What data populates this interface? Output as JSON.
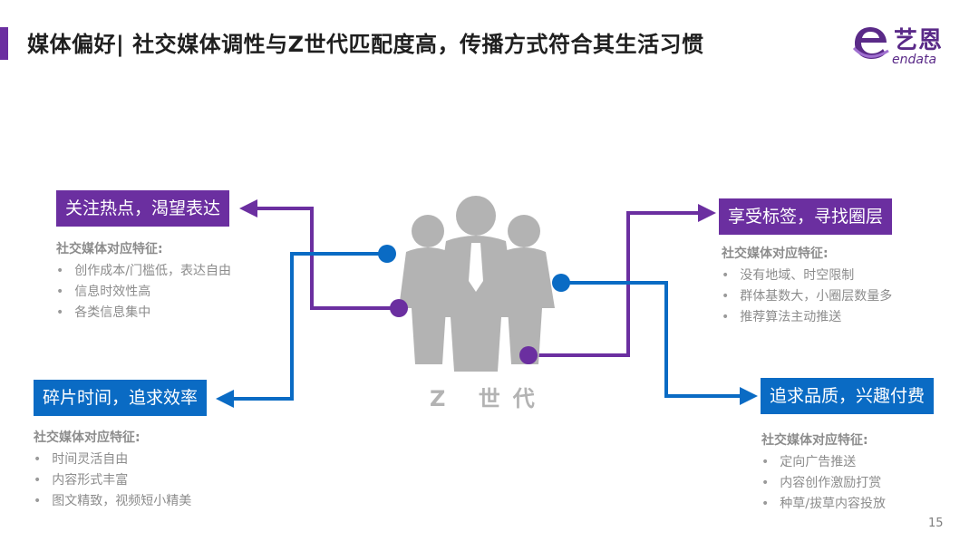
{
  "title": "媒体偏好| 社交媒体调性与Z世代匹配度高，传播方式符合其生活习惯",
  "logo": {
    "cn": "艺恩",
    "en": "endata"
  },
  "center_label": "Z 世代",
  "page_number": "15",
  "colors": {
    "purple": "#6b2fa0",
    "blue": "#0a6bc4",
    "figure": "#b3b3b3",
    "text_gray": "#8c8c8c"
  },
  "boxes": {
    "top_left": "关注热点，渴望表达",
    "bottom_left": "碎片时间，追求效率",
    "top_right": "享受标签，寻找圈层",
    "bottom_right": "追求品质，兴趣付费"
  },
  "features": {
    "top_left": {
      "title": "社交媒体对应特征:",
      "items": [
        "创作成本/门槛低，表达自由",
        "信息时效性高",
        "各类信息集中"
      ]
    },
    "bottom_left": {
      "title": "社交媒体对应特征:",
      "items": [
        "时间灵活自由",
        "内容形式丰富",
        "图文精致，视频短小精美"
      ]
    },
    "top_right": {
      "title": "社交媒体对应特征:",
      "items": [
        "没有地域、时空限制",
        "群体基数大，小圈层数量多",
        "推荐算法主动推送"
      ]
    },
    "bottom_right": {
      "title": "社交媒体对应特征:",
      "items": [
        "定向广告推送",
        "内容创作激励打赏",
        "种草/拔草内容投放"
      ]
    }
  }
}
